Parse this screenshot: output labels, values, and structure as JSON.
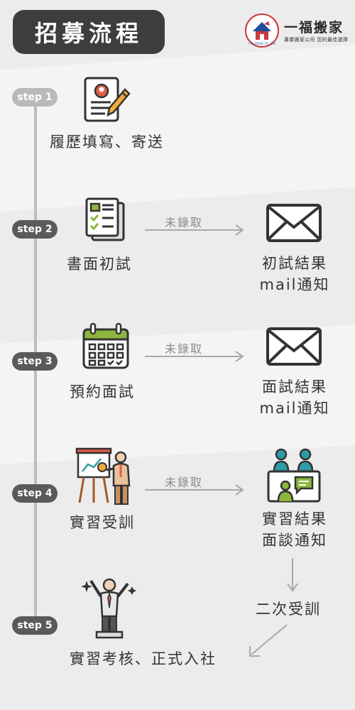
{
  "header": {
    "title": "招募流程",
    "brand_name": "一福搬家",
    "brand_tagline": "專業搬家公司 您的最佳選擇",
    "brand_badge": "I-FU MOVE CO.,LTD"
  },
  "steps": [
    {
      "step_label": "step 1",
      "action": "履歷填寫、寄送"
    },
    {
      "step_label": "step 2",
      "action": "書面初試",
      "reject_label": "未錄取",
      "result_line1": "初試結果",
      "result_line2": "mail通知"
    },
    {
      "step_label": "step 3",
      "action": "預約面試",
      "reject_label": "未錄取",
      "result_line1": "面試結果",
      "result_line2": "mail通知"
    },
    {
      "step_label": "step 4",
      "action": "實習受訓",
      "reject_label": "未錄取",
      "result_line1": "實習結果",
      "result_line2": "面談通知"
    },
    {
      "step_label": "step 5",
      "action": "實習考核、正式入社"
    }
  ],
  "retrain_label": "二次受訓",
  "colors": {
    "title_bg": "#3d3d3d",
    "step_active": "#5a5a5a",
    "step_first": "#b9b9b9",
    "timeline": "#bdbdbd",
    "arrow": "#a8a8a8",
    "icon_accent_red": "#e25b4b",
    "icon_accent_green": "#8cb63c",
    "icon_accent_teal": "#2f9aa8"
  }
}
